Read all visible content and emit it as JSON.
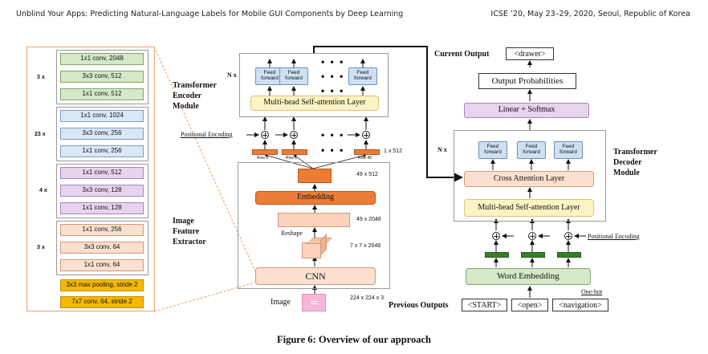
{
  "header": {
    "left": "Unblind Your Apps: Predicting Natural-Language Labels for Mobile GUI Components by Deep Learning",
    "right": "ICSE ’20, May 23–29, 2020, Seoul, Republic of Korea"
  },
  "cnn_detail": {
    "groups": [
      {
        "repeat": "3 x",
        "layers": [
          "1x1 conv, 2048",
          "3x3 conv, 512",
          "1x1 conv, 512"
        ]
      },
      {
        "repeat": "23 x",
        "layers": [
          "1x1 conv, 1024",
          "3x3 conv, 256",
          "1x1 conv, 256"
        ]
      },
      {
        "repeat": "4 x",
        "layers": [
          "1x1 conv, 512",
          "3x3 conv, 128",
          "1x1 conv, 128"
        ]
      },
      {
        "repeat": "3 x",
        "layers": [
          "1x1 conv, 256",
          "3x3 conv, 64",
          "1x1 conv, 64"
        ]
      }
    ],
    "pool": "3x3 max pooling, stride 2",
    "conv7": "7x7 conv, 64, stride 2"
  },
  "encoder": {
    "nx": "N x",
    "feed_forward": "Feed forward",
    "attention": "Multi-head Self-attention Layer",
    "title": [
      "Transformer",
      "Encoder",
      "Module"
    ],
    "positional_encoding": "Positional Encoding",
    "rows": [
      "Row 0",
      "Row 1",
      "Row 48"
    ],
    "row_dim": "1 x 512",
    "dots": "• • •"
  },
  "extractor": {
    "title": [
      "Image",
      "Feature",
      "Extractor"
    ],
    "dim_embed": "49 x 512",
    "embedding": "Embedding",
    "dim_reshape": "49 x 2048",
    "reshape": "Reshape",
    "dim_cube": "7 x 7 x 2048",
    "cnn": "CNN",
    "image": "Image",
    "dim_image": "224 x 224 x 3"
  },
  "decoder": {
    "current_output_label": "Current Output",
    "current_output": "<drawer>",
    "output_probabilities": "Output Probabilities",
    "linear_softmax": "Linear + Softmax",
    "nx": "N x",
    "feed_forward": "Feed forward",
    "cross_attention": "Cross Attention Layer",
    "self_attention": "Multi-head Self-attention Layer",
    "title": [
      "Transformer",
      "Decoder",
      "Module"
    ],
    "positional_encoding": "Positional Encoding",
    "word_embedding": "Word Embedding",
    "one_hot": "One-hot",
    "previous_outputs_label": "Previous Outputs",
    "previous_outputs": [
      "<START>",
      "<open>",
      "<navigation>"
    ]
  },
  "caption": "Figure 6: Overview of our approach",
  "colors": {
    "green": "#d5e8c8",
    "blue": "#dae7f6",
    "purple": "#e6d4ee",
    "peach": "#fbe0d0",
    "orange_pool": "#f5b800",
    "embed_orange": "#ec7c36",
    "yellow": "#fdf3c4",
    "dark_green": "#3a7d2c"
  }
}
